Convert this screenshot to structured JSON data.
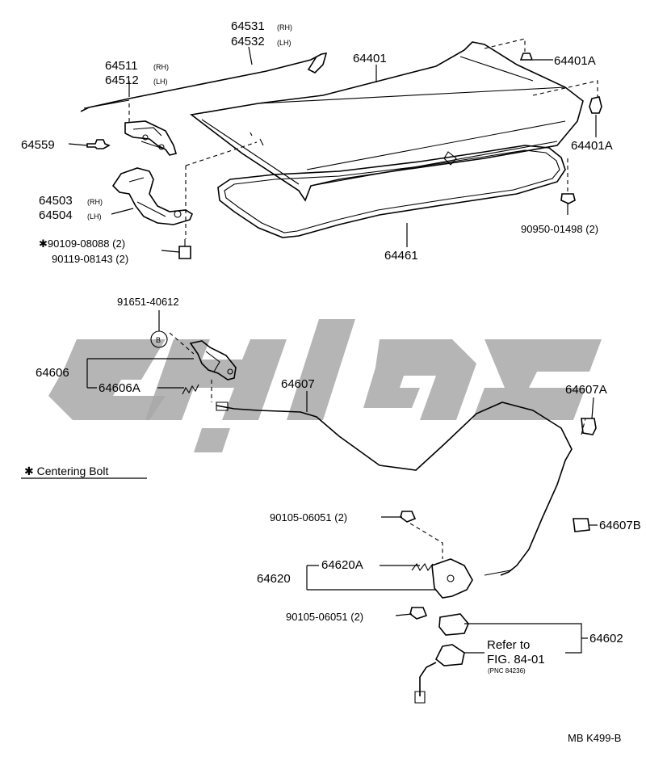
{
  "labels": {
    "p64531": "64531",
    "p64531_side": "(RH)",
    "p64532": "64532",
    "p64532_side": "(LH)",
    "p64401": "64401",
    "p64401A_top": "64401A",
    "p64401A_right": "64401A",
    "p64511": "64511",
    "p64511_side": "(RH)",
    "p64512": "64512",
    "p64512_side": "(LH)",
    "p64559": "64559",
    "p64503": "64503",
    "p64503_side": "(RH)",
    "p64504": "64504",
    "p64504_side": "(LH)",
    "bolt1": "✱90109-08088 (2)",
    "bolt2": "90119-08143 (2)",
    "p90950": "90950-01498 (2)",
    "p64461": "64461",
    "p91651": "91651-40612",
    "circle_b": "B",
    "p64606": "64606",
    "p64606A": "64606A",
    "p64607": "64607",
    "p64607A": "64607A",
    "p64607B": "64607B",
    "centering_bolt": "✱ Centering Bolt",
    "p90105a": "90105-06051 (2)",
    "p64620": "64620",
    "p64620A": "64620A",
    "p90105b": "90105-06051 (2)",
    "p64602": "64602",
    "refer_line1": "Refer to",
    "refer_line2": "FIG. 84-01",
    "refer_line3": "(PNC 84236)",
    "diagram_code": "MB K499-B"
  },
  "colors": {
    "ink": "#000000",
    "watermark": "#a8a8a8",
    "background": "#ffffff"
  }
}
